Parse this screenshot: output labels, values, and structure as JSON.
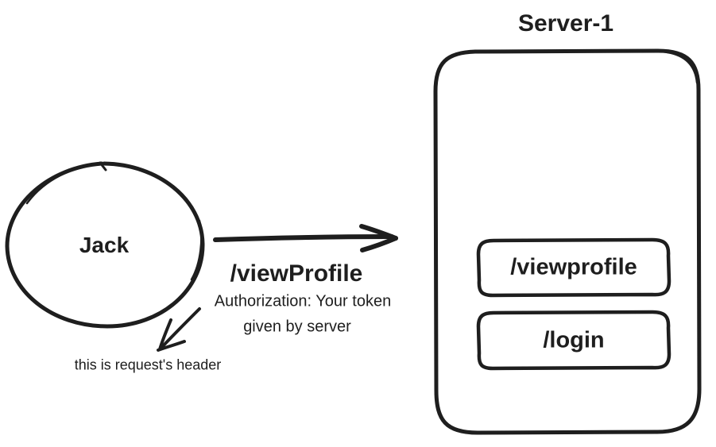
{
  "client": {
    "label": "Jack"
  },
  "request": {
    "path": "/viewProfile",
    "header_line1": "Authorization: Your token",
    "header_line2": "given by server",
    "annotation": "this is request's header"
  },
  "server": {
    "title": "Server-1",
    "endpoints": [
      {
        "label": "/viewprofile"
      },
      {
        "label": "/login"
      }
    ]
  },
  "colors": {
    "ink": "#1e1e1e",
    "background": "#ffffff"
  }
}
